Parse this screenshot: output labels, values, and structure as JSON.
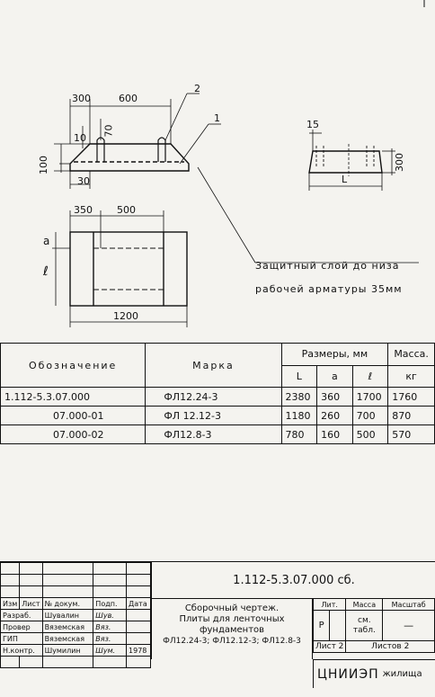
{
  "drawing": {
    "section_dims": {
      "w_total": "300",
      "w_top": "600",
      "h_bump": "10",
      "h_loop": "70",
      "h_total": "100",
      "h_bottom": "30"
    },
    "leaders": {
      "one": "1",
      "two": "2"
    },
    "side_dims": {
      "w": "15",
      "h": "300",
      "len": "L"
    },
    "plan_dims": {
      "a1": "350",
      "a2": "500",
      "a": "a",
      "l": "ℓ",
      "width": "1200"
    },
    "note_line1": "Защитный слой до низа",
    "note_line2": "рабочей арматуры 35мм"
  },
  "spec": {
    "h_designation": "Обозначение",
    "h_mark": "Марка",
    "h_dims": "Размеры, мм",
    "h_mass": "Масса.",
    "h_L": "L",
    "h_a": "a",
    "h_l": "ℓ",
    "h_kg": "кг",
    "rows": [
      {
        "designation": "1.112-5.3.07.000",
        "mark": "ФЛ12.24-3",
        "L": "2380",
        "a": "360",
        "l": "1700",
        "mass": "1760"
      },
      {
        "designation": "07.000-01",
        "mark": "ФЛ 12.12-3",
        "L": "1180",
        "a": "260",
        "l": "700",
        "mass": "870"
      },
      {
        "designation": "07.000-02",
        "mark": "ФЛ12.8-3",
        "L": "780",
        "a": "160",
        "l": "500",
        "mass": "570"
      }
    ]
  },
  "title_block": {
    "code": "1.112-5.3.07.000 сб.",
    "title1": "Сборочный чертеж.",
    "title2": "Плиты для ленточных",
    "title3": "фундаментов",
    "title4": "ФЛ12.24-3; ФЛ12.12-3; ФЛ12.8-3",
    "h_izm": "Изм",
    "h_list": "Лист",
    "h_doc": "№ докум.",
    "h_sign": "Подп.",
    "h_date": "Дата",
    "roles": [
      "Разраб.",
      "Провер",
      "ГИП",
      "Н.контр."
    ],
    "names": [
      "Шувалин",
      "Вяземская",
      "Вяземская",
      "Шумилин"
    ],
    "signatures": [
      "Шув.",
      "Вяз.",
      "Вяз.",
      "Шум."
    ],
    "year": "1978",
    "lit_label": "Лит.",
    "mass_label": "Масса",
    "scale_label": "Масштаб",
    "lit_val": "Р",
    "mass_val1": "см.",
    "mass_val2": "табл.",
    "scale_val": "—",
    "sheet": "Лист 2",
    "sheets": "Листов 2",
    "org": "ЦНИИЭП",
    "org2": "жилища"
  }
}
